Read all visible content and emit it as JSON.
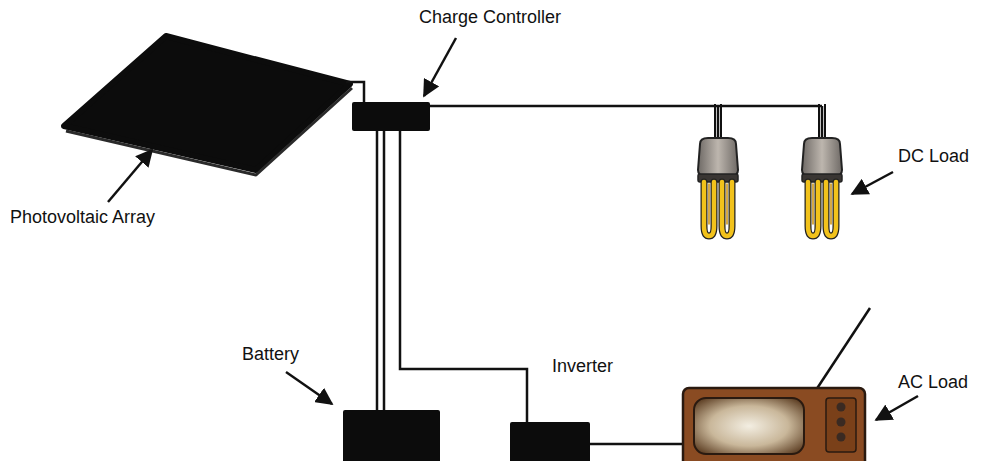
{
  "diagram": {
    "labels": [
      "Charge Controller",
      "Photovoltaic Array",
      "DC Load",
      "Battery",
      "Inverter",
      "AC Load"
    ]
  }
}
